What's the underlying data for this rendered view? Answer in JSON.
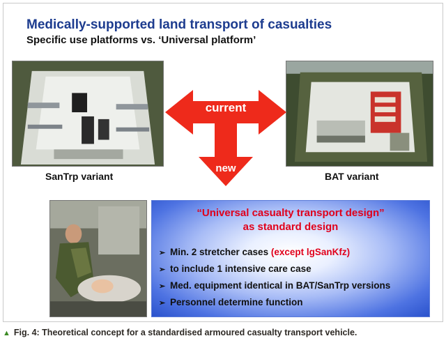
{
  "slide": {
    "title": "Medically-supported land transport of casualties",
    "subtitle": "Specific use platforms vs. ‘Universal platform’"
  },
  "images": {
    "left_caption": "SanTrp variant",
    "right_caption": "BAT variant"
  },
  "arrow": {
    "current_label": "current",
    "new_label": "new",
    "color": "#ee2a1b"
  },
  "panel": {
    "heading_line1": "“Universal casualty transport design”",
    "heading_line2": "as standard design",
    "bullet_marker": "➢",
    "bullets": [
      {
        "text": "Min. 2 stretcher cases ",
        "highlight": "(except lgSanKfz)"
      },
      {
        "text": "to include 1 intensive care case"
      },
      {
        "text": "Med. equipment identical in BAT/SanTrp versions"
      },
      {
        "text": "Personnel determine function"
      }
    ],
    "heading_color": "#e0001b"
  },
  "figure_caption": "Fig. 4: Theoretical concept for a standardised armoured casualty transport vehicle."
}
